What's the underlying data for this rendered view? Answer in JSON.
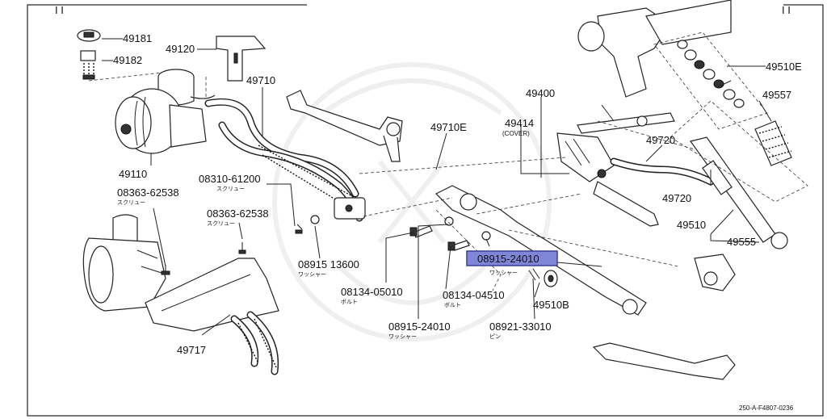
{
  "diagram": {
    "footer_code": "250-A-F4807-0236",
    "corner_left": "I  I",
    "corner_right": "I  I",
    "highlighted_part": "08915-24010"
  },
  "labels": {
    "p49181": "49181",
    "p49182": "49182",
    "p49120": "49120",
    "p49710": "49710",
    "p49400": "49400",
    "p49510E": "49510E",
    "p49557": "49557",
    "p49414": "49414",
    "p49414_sub": "(COVER)",
    "p49710E": "49710E",
    "p49720a": "49720",
    "p49720b": "49720",
    "p49110": "49110",
    "p08310": "08310-61200",
    "p08310_jp": "スクリュー",
    "p08363a": "08363-62538",
    "p08363a_jp": "スクリュー",
    "p08363b": "08363-62538",
    "p08363b_jp": "スクリュー",
    "p49510": "49510",
    "p49555": "49555",
    "p08915_13600": "08915 13600",
    "p08915_13600_jp": "ワッシャー",
    "p08915_24010_hl": "08915-24010",
    "p08915_24010_hl_jp": "ワッシャー",
    "p08134_05010": "08134-05010",
    "p08134_05010_jp": "ボルト",
    "p08134_04510": "08134-04510",
    "p08134_04510_jp": "ボルト",
    "p49510B": "49510B",
    "p08915_24010": "08915-24010",
    "p08915_24010_jp": "ワッシャー",
    "p08921": "08921-33010",
    "p08921_jp": "ピン",
    "p49717": "49717"
  }
}
